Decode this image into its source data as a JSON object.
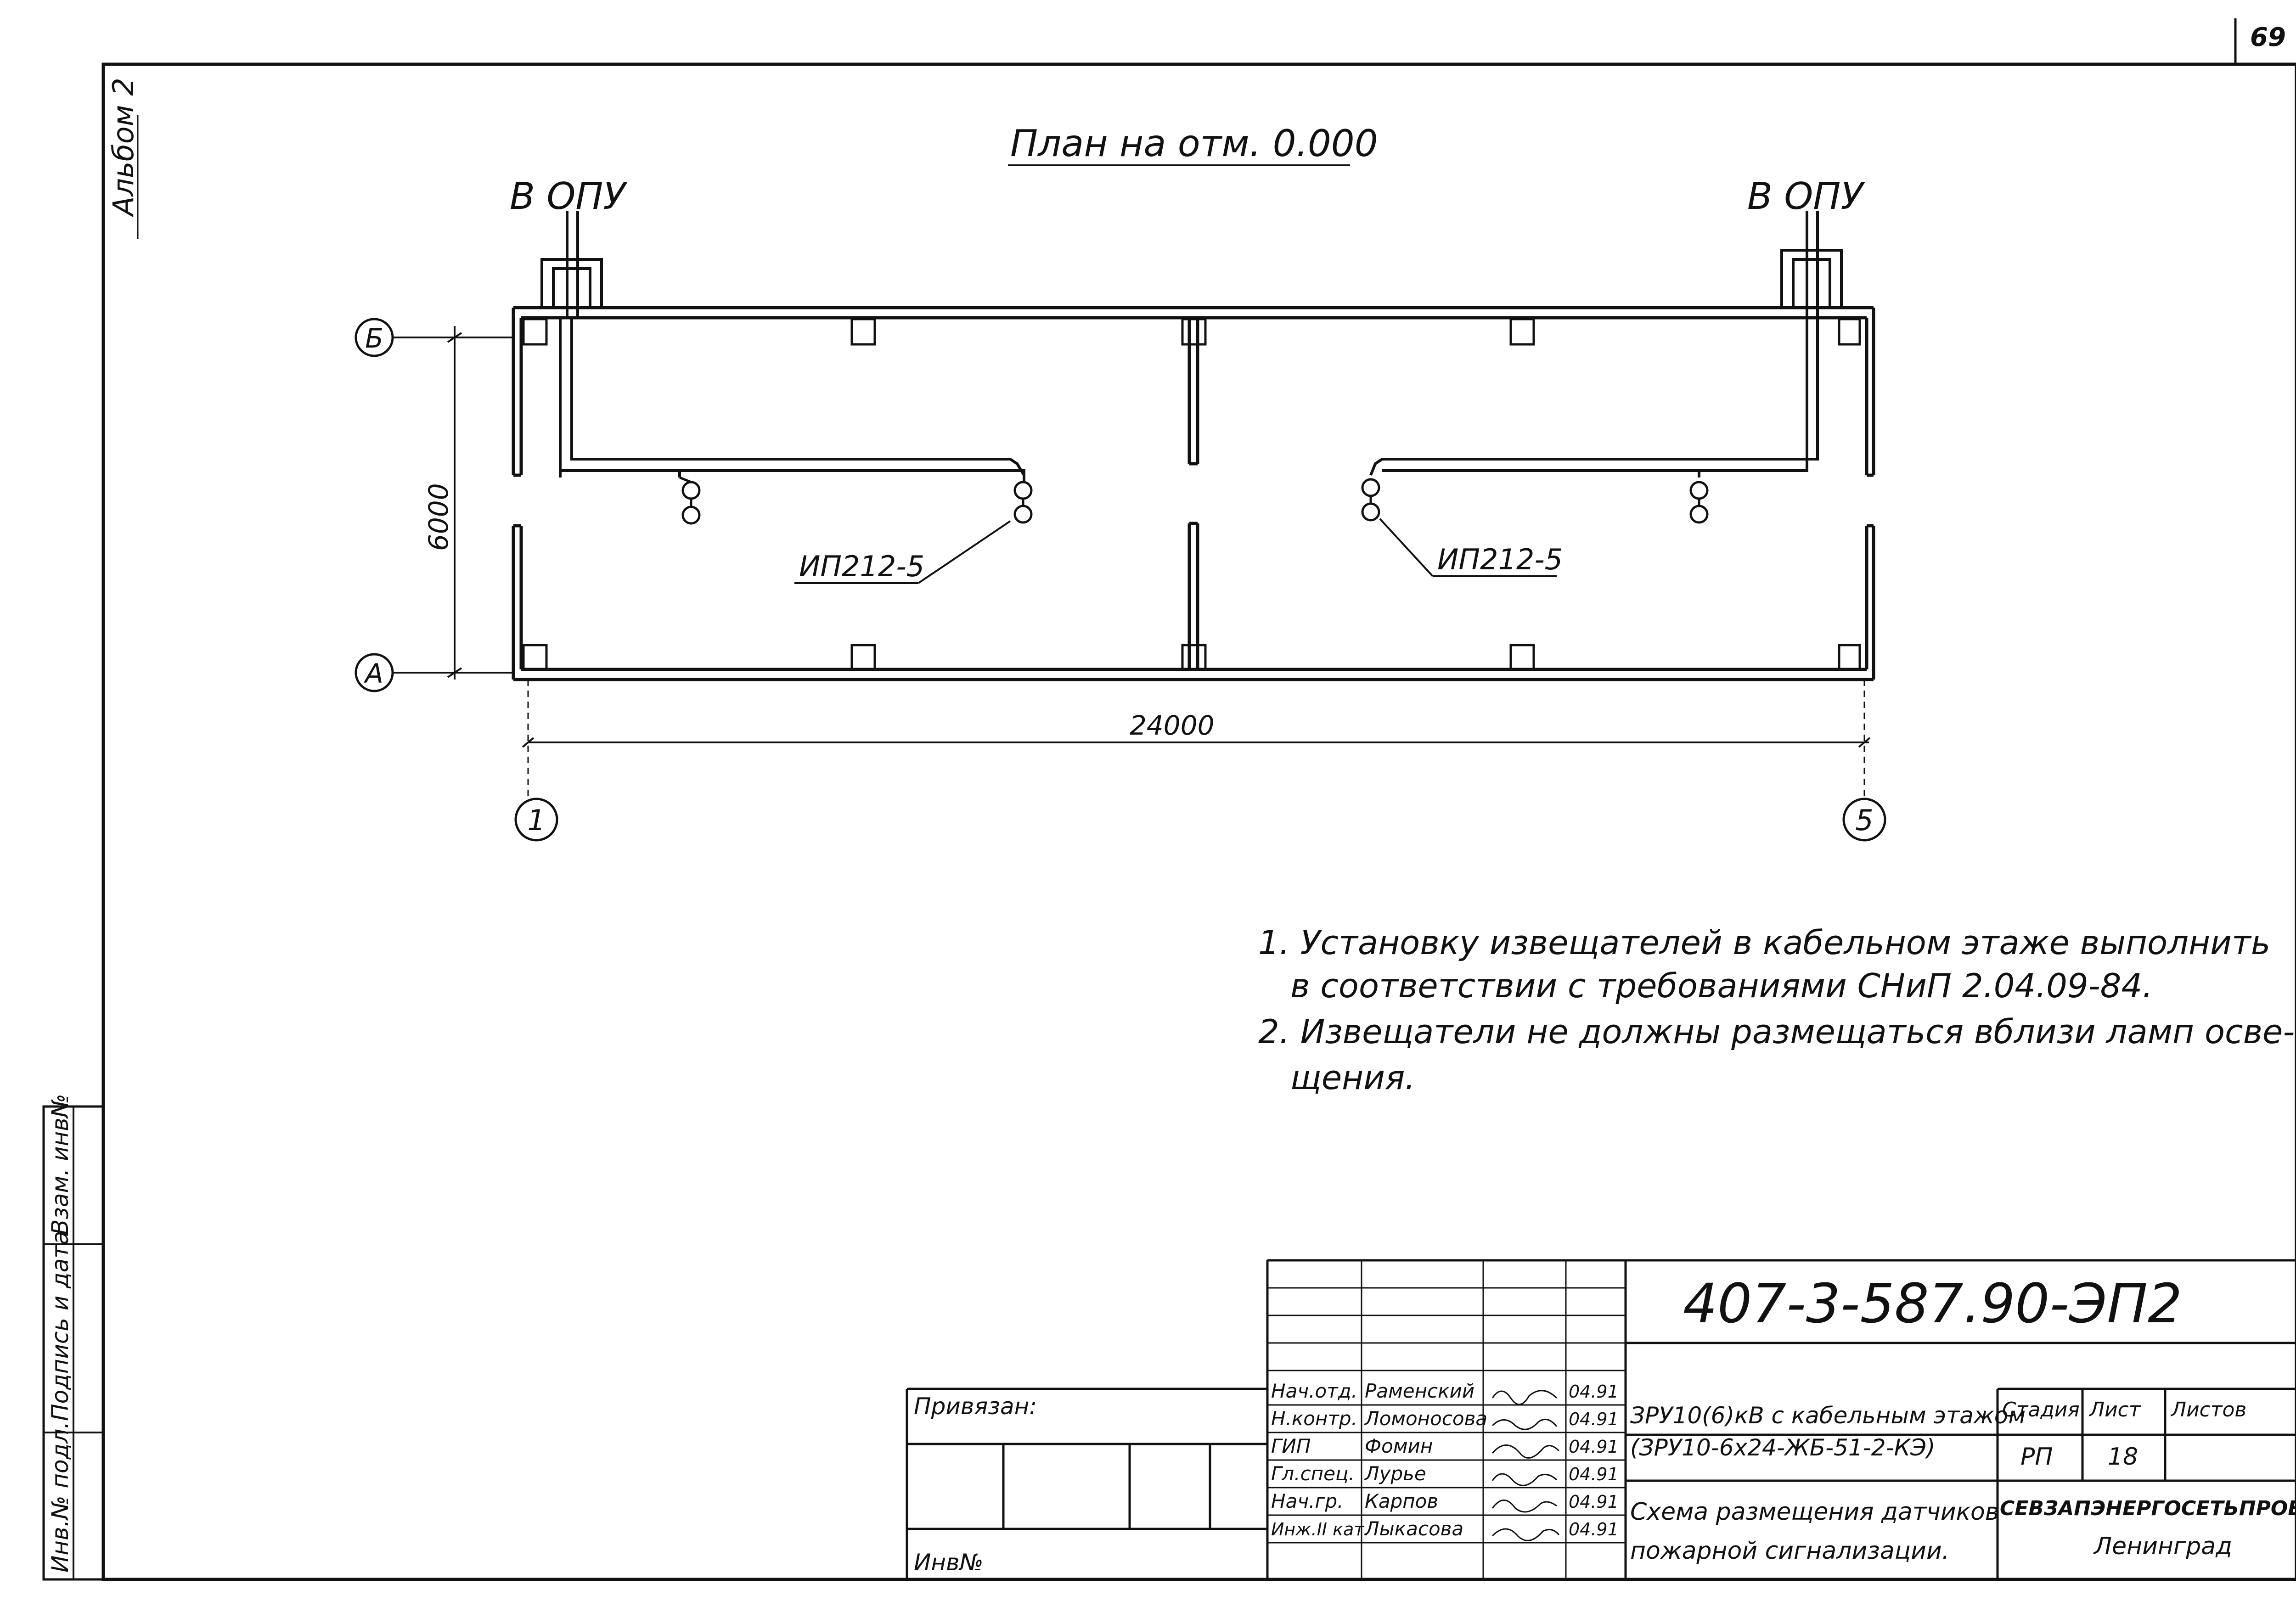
{
  "page_number": "69",
  "album_label": "Альбом 2",
  "drawing": {
    "plan_title": "План на отм. 0.000",
    "to_opu_left": "В ОПУ",
    "to_opu_right": "В ОПУ",
    "axis_b": "Б",
    "axis_a": "А",
    "axis_1": "1",
    "axis_5": "5",
    "dim_height": "6000",
    "dim_width": "24000",
    "detector_label_left": "ИП212-5",
    "detector_label_right": "ИП212-5"
  },
  "notes": {
    "note1_line1": "1. Установку извещателей в кабельном этаже выполнить",
    "note1_line2": "в соответствии с требованиями СНиП 2.04.09-84.",
    "note2_line1": "2. Извещатели не должны размещаться вблизи ламп осве-",
    "note2_line2": "щения."
  },
  "side_stamp": {
    "vzam_inv": "Взам. инв№",
    "podpis_data": "Подпись и дата",
    "inv_podl": "Инв.№ подл."
  },
  "title_block": {
    "doc_code": "407-3-587.90-ЭП2",
    "privyazan": "Привязан:",
    "inv_no": "Инв№",
    "staff": [
      {
        "role": "Нач.отд.",
        "name": "Раменский",
        "date": "04.91"
      },
      {
        "role": "Н.контр.",
        "name": "Ломоносова",
        "date": "04.91"
      },
      {
        "role": "ГИП",
        "name": "Фомин",
        "date": "04.91"
      },
      {
        "role": "Гл.спец.",
        "name": "Лурье",
        "date": "04.91"
      },
      {
        "role": "Нач.гр.",
        "name": "Карпов",
        "date": "04.91"
      },
      {
        "role": "Инж.II кат.",
        "name": "Лыкасова",
        "date": "04.91"
      }
    ],
    "object_line1": "ЗРУ10(6)кВ с кабельным этажом",
    "object_line2": "(ЗРУ10-6х24-ЖБ-51-2-КЭ)",
    "sheet_title_line1": "Схема размещения датчиков",
    "sheet_title_line2": "пожарной сигнализации.",
    "stage_header": "Стадия",
    "sheet_header": "Лист",
    "sheets_header": "Листов",
    "stage_value": "РП",
    "sheet_value": "18",
    "sheets_value": "",
    "org_line1": "СЕВЗАПЭНЕРГОСЕТЬПРОЕКТ",
    "org_line2": "Ленинград"
  }
}
